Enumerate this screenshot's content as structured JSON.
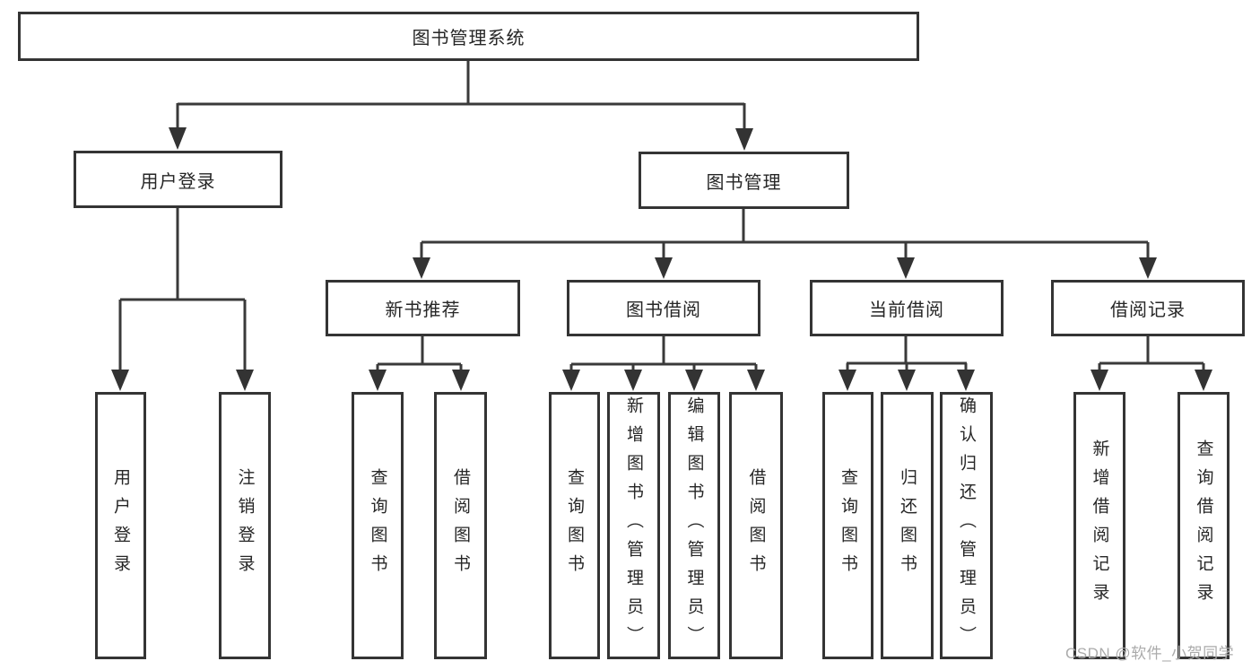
{
  "diagram": {
    "root": {
      "label": "图书管理系统"
    },
    "level2": [
      {
        "label": "用户登录"
      },
      {
        "label": "图书管理"
      }
    ],
    "level3": [
      {
        "label": "新书推荐"
      },
      {
        "label": "图书借阅"
      },
      {
        "label": "当前借阅"
      },
      {
        "label": "借阅记录"
      }
    ],
    "leaves": [
      {
        "label": "用户登录"
      },
      {
        "label": "注销登录"
      },
      {
        "label": "查询图书"
      },
      {
        "label": "借阅图书"
      },
      {
        "label": "查询图书"
      },
      {
        "label": "新增图书（管理员）"
      },
      {
        "label": "编辑图书（管理员）"
      },
      {
        "label": "借阅图书"
      },
      {
        "label": "查询图书"
      },
      {
        "label": "归还图书"
      },
      {
        "label": "确认归还（管理员）"
      },
      {
        "label": "新增借阅记录"
      },
      {
        "label": "查询借阅记录"
      }
    ],
    "colors": {
      "line": "#3a3a3a",
      "border": "#343434",
      "text": "#262626",
      "watermark": "#ababab",
      "background": "#ffffff"
    },
    "watermark": {
      "text": "CSDN @软件_小贺同学"
    }
  }
}
